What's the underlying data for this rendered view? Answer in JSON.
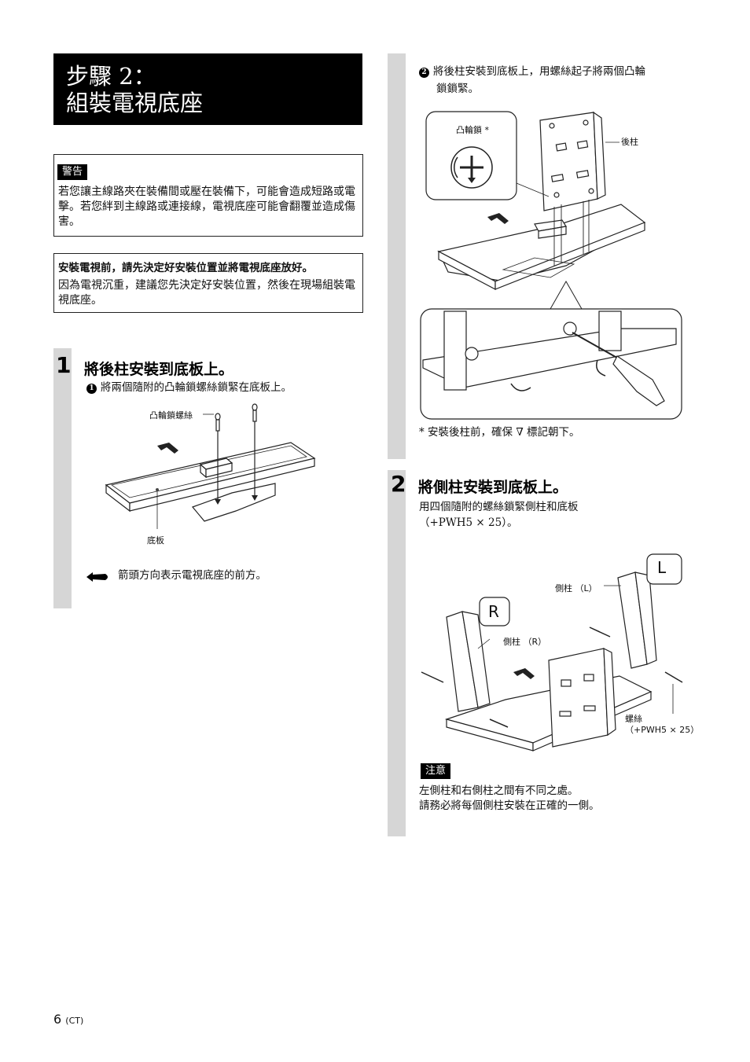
{
  "page_title": {
    "line1": "步驟 2：",
    "line2": "組裝電視底座"
  },
  "warning": {
    "badge": "警告",
    "text": "若您讓主線路夾在裝備間或壓在裝備下，可能會造成短路或電擊。若您絆到主線路或連接線，電視底座可能會翻覆並造成傷害。"
  },
  "placement_note": {
    "heading": "安裝電視前，請先決定好安裝位置並將電視底座放好。",
    "text": "因為電視沉重，建議您先決定好安裝位置，然後在現場組裝電視底座。"
  },
  "step1": {
    "number": "1",
    "heading": "將後柱安裝到底板上。",
    "substep1_num": "1",
    "substep1_text": "將兩個隨附的凸輪鎖螺絲鎖緊在底板上。",
    "label_cam_screw": "凸輪鎖螺絲",
    "label_base": "底板",
    "arrow_note": "箭頭方向表示電視底座的前方。"
  },
  "step1b": {
    "substep2_num": "2",
    "substep2_line1": "將後柱安裝到底板上，用螺絲起子將兩個凸輪",
    "substep2_line2": "鎖鎖緊。",
    "label_cam_lock": "凸輪鎖 *",
    "label_rear_post": "後柱",
    "footnote": "*  安裝後柱前，確保 ∇ 標記朝下。"
  },
  "step2": {
    "number": "2",
    "heading": "將側柱安裝到底板上。",
    "text_line1": "用四個隨附的螺絲鎖緊側柱和底板",
    "text_line2": "（+PWH5 × 25）。",
    "label_side_L": "側柱 （L）",
    "label_side_R": "側柱 （R）",
    "tag_L": "L",
    "tag_R": "R",
    "label_screw": "螺絲",
    "label_screw_spec": "（+PWH5 × 25）",
    "caution_badge": "注意",
    "caution_line1": "左側柱和右側柱之間有不同之處。",
    "caution_line2": "請務必將每個側柱安裝在正確的一側。"
  },
  "footer": {
    "page_number": "6",
    "page_suffix": "(CT)"
  }
}
